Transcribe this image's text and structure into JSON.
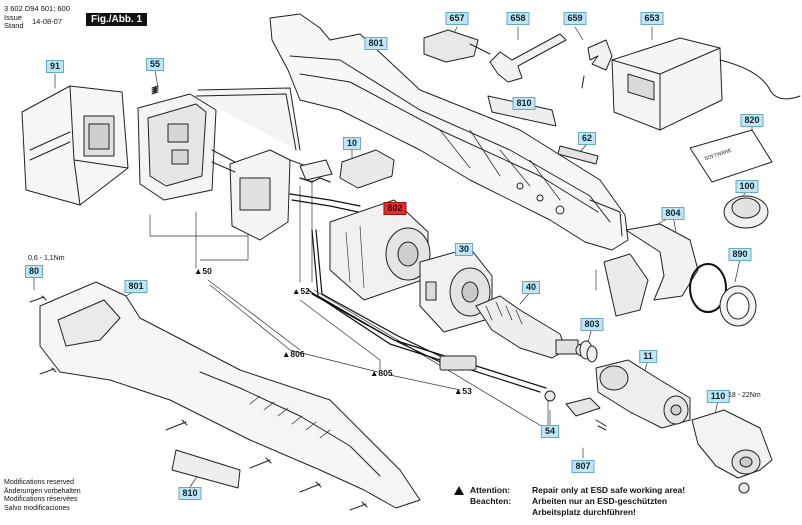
{
  "header": {
    "part_number": "3 602 D94 601; 600",
    "issue_label": "Issue",
    "stand_label": "Stand",
    "date": "14-08-07",
    "figure_label": "Fig./Abb. 1"
  },
  "callouts": [
    "657",
    "658",
    "659",
    "653",
    "801",
    "91",
    "55",
    "810",
    "62",
    "10",
    "820",
    "802",
    "100",
    "804",
    "30",
    "890",
    "80",
    "801",
    "40",
    "803",
    "11",
    "110",
    "54",
    "807",
    "810"
  ],
  "highlight_callout": "802",
  "set_marks": [
    "50",
    "52",
    "806",
    "805",
    "53"
  ],
  "torque_notes": {
    "clutch": "0,6 - 1,1Nm",
    "angle_head": "18 - 22Nm"
  },
  "modifications": [
    "Modifications reserved",
    "Änderungen vorbehalten",
    "Modifications réservées",
    "Salvo modificaciones"
  ],
  "esd_warning": {
    "attention_label": "Attention:",
    "attention_text": "Repair only at ESD safe working area!",
    "beachten_label": "Beachten:",
    "beachten_text": "Arbeiten nur an ESD-geschützten",
    "beachten_text2": "Arbeitsplatz durchführen!"
  },
  "label_text": "SOFTWARE",
  "colors": {
    "callout_fill": "#bfe6f2",
    "callout_highlight": "#e22d2d",
    "ink": "#111111"
  }
}
